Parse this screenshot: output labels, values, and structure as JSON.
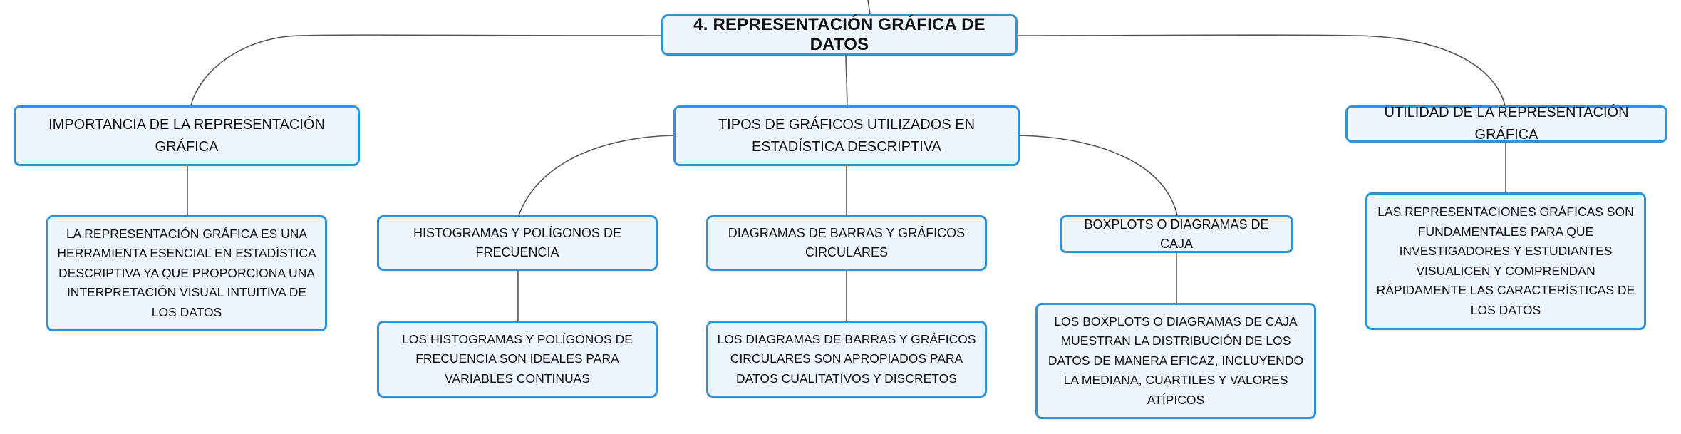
{
  "map": {
    "root": "4. REPRESENTACIÓN GRÁFICA DE DATOS",
    "importancia": {
      "title": "IMPORTANCIA DE LA REPRESENTACIÓN GRÁFICA",
      "detail": "LA REPRESENTACIÓN GRÁFICA ES UNA HERRAMIENTA ESENCIAL EN ESTADÍSTICA DESCRIPTIVA YA QUE PROPORCIONA UNA INTERPRETACIÓN VISUAL INTUITIVA DE LOS DATOS"
    },
    "tipos": {
      "title": "TIPOS DE GRÁFICOS UTILIZADOS EN ESTADÍSTICA DESCRIPTIVA",
      "histogramas": {
        "title": "HISTOGRAMAS Y POLÍGONOS DE FRECUENCIA",
        "detail": "LOS HISTOGRAMAS Y POLÍGONOS DE FRECUENCIA SON IDEALES PARA VARIABLES CONTINUAS"
      },
      "barras": {
        "title": "DIAGRAMAS DE BARRAS Y GRÁFICOS CIRCULARES",
        "detail": "LOS DIAGRAMAS DE BARRAS Y GRÁFICOS CIRCULARES SON APROPIADOS PARA DATOS CUALITATIVOS Y DISCRETOS"
      },
      "boxplots": {
        "title": "BOXPLOTS O DIAGRAMAS DE CAJA",
        "detail": "LOS BOXPLOTS O DIAGRAMAS DE CAJA MUESTRAN LA DISTRIBUCIÓN DE LOS DATOS DE MANERA EFICAZ, INCLUYENDO LA MEDIANA, CUARTILES Y VALORES ATÍPICOS"
      }
    },
    "utilidad": {
      "title": "UTILIDAD DE LA REPRESENTACIÓN GRÁFICA",
      "detail": "LAS REPRESENTACIONES GRÁFICAS SON FUNDAMENTALES PARA QUE INVESTIGADORES Y ESTUDIANTES VISUALICEN Y COMPRENDAN RÁPIDAMENTE LAS CARACTERÍSTICAS DE LOS DATOS"
    }
  },
  "colors": {
    "node_border": "#2f93dc",
    "node_fill": "#eef6fd",
    "connector": "#555555"
  }
}
